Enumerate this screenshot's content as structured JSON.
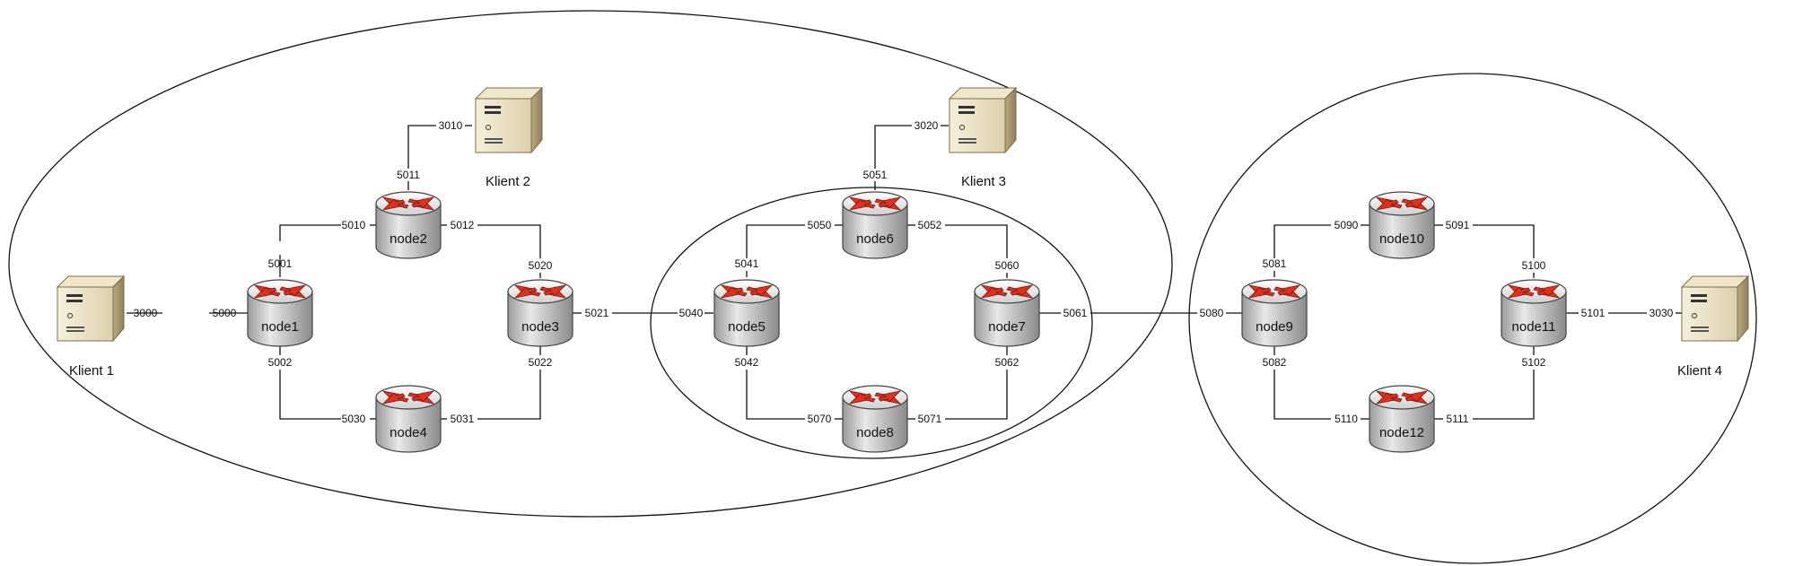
{
  "diagram": {
    "clients": [
      {
        "id": "k1",
        "label": "Klient 1"
      },
      {
        "id": "k2",
        "label": "Klient 2"
      },
      {
        "id": "k3",
        "label": "Klient 3"
      },
      {
        "id": "k4",
        "label": "Klient 4"
      }
    ],
    "nodes": [
      {
        "id": "n1",
        "label": "node1"
      },
      {
        "id": "n2",
        "label": "node2"
      },
      {
        "id": "n3",
        "label": "node3"
      },
      {
        "id": "n4",
        "label": "node4"
      },
      {
        "id": "n5",
        "label": "node5"
      },
      {
        "id": "n6",
        "label": "node6"
      },
      {
        "id": "n7",
        "label": "node7"
      },
      {
        "id": "n8",
        "label": "node8"
      },
      {
        "id": "n9",
        "label": "node9"
      },
      {
        "id": "n10",
        "label": "node10"
      },
      {
        "id": "n11",
        "label": "node11"
      },
      {
        "id": "n12",
        "label": "node12"
      }
    ],
    "ports": [
      "3000",
      "5000",
      "3010",
      "5011",
      "5010",
      "5012",
      "5001",
      "5002",
      "5020",
      "5021",
      "5022",
      "5030",
      "5031",
      "3020",
      "5051",
      "5050",
      "5052",
      "5041",
      "5040",
      "5042",
      "5060",
      "5061",
      "5062",
      "5070",
      "5071",
      "5080",
      "5081",
      "5082",
      "5090",
      "5091",
      "5100",
      "5101",
      "5102",
      "5110",
      "5111",
      "3030"
    ],
    "icon_colors": {
      "arrow": "#e0301e",
      "server_body": "#e9dfc4",
      "router_body": "#d6d6d6"
    }
  }
}
